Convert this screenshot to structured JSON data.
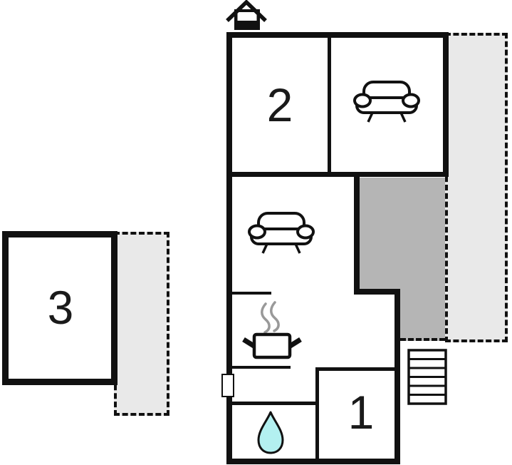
{
  "plan": {
    "kind": "floor-plan",
    "rooms": [
      {
        "number": "1"
      },
      {
        "number": "2"
      },
      {
        "number": "3"
      }
    ],
    "icons": {
      "house": "house-icon",
      "sofa_top": "sofa-icon",
      "sofa_living": "sofa-icon",
      "pot": "cooking-pot-icon",
      "steam": "steam-icon",
      "drop": "water-drop-icon",
      "stairs": "stairs-icon",
      "window": "window-marker"
    }
  },
  "colors": {
    "wall": "#111111",
    "area_light": "#e9e9e9",
    "area_dark": "#b5b5b5",
    "water": "#b3f0f0",
    "steam": "#999999",
    "background": "#ffffff"
  }
}
